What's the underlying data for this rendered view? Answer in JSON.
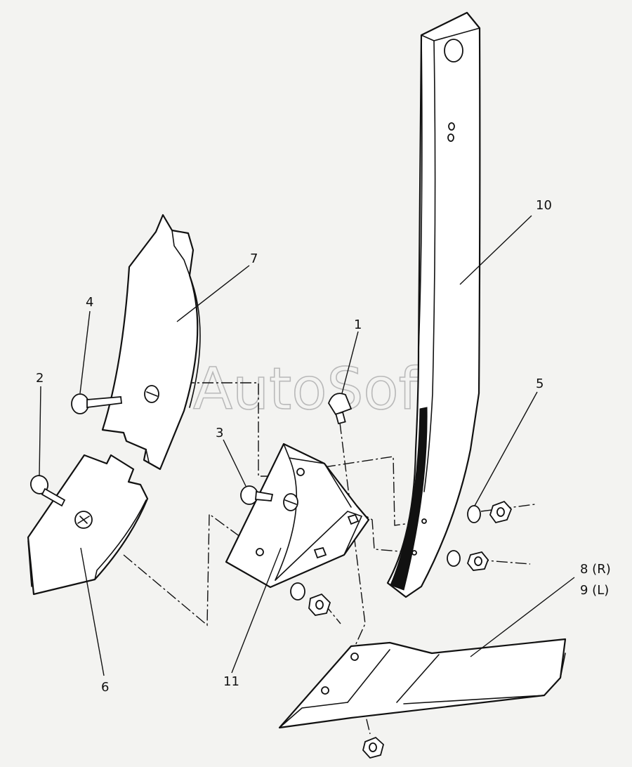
{
  "watermark": "AutoSoft",
  "callouts": {
    "c1": "1",
    "c2": "2",
    "c3": "3",
    "c4": "4",
    "c5": "5",
    "c6": "6",
    "c7": "7",
    "c8": "8 (R)",
    "c9": "9 (L)",
    "c10": "10",
    "c11": "11"
  },
  "colors": {
    "background": "#f3f3f1",
    "line": "#111111",
    "watermark": "#b9b9b9"
  }
}
